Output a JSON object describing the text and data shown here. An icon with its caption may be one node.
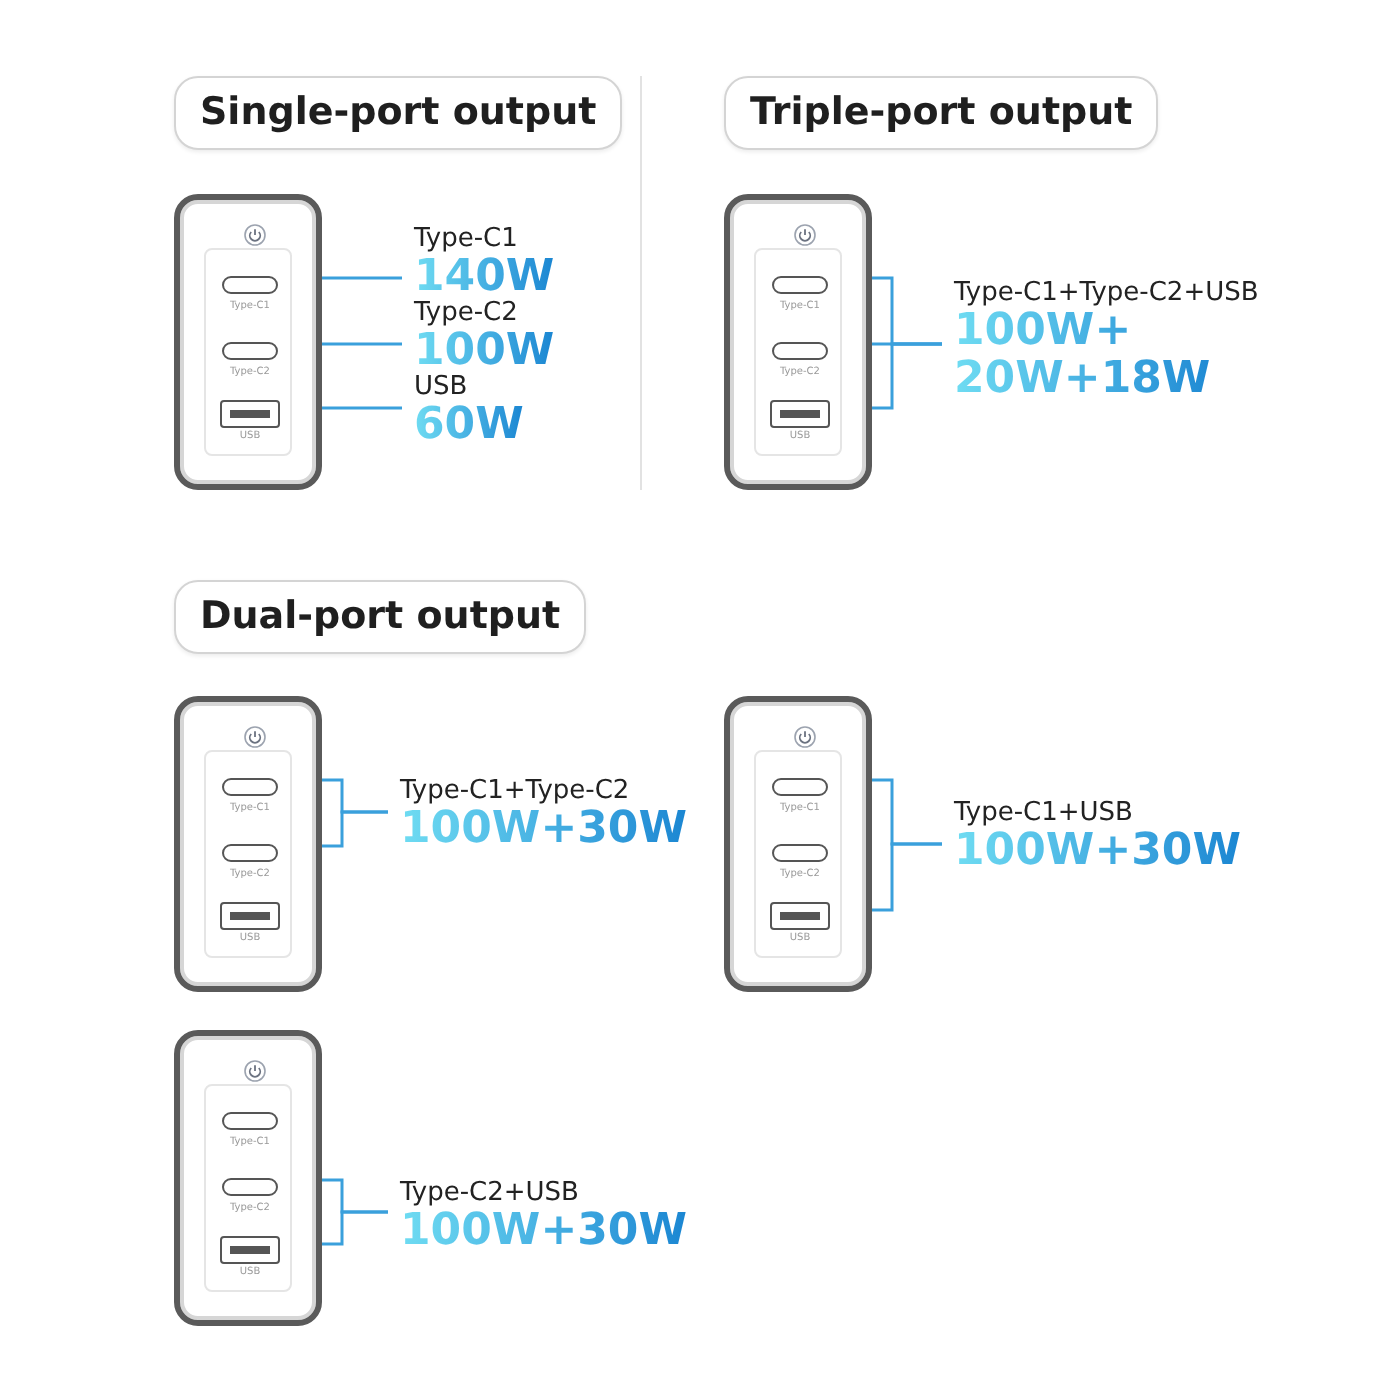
{
  "diagram": {
    "nodes": [
      {
        "text": [
          "Single-port output"
        ]
      },
      {
        "text": [],
        "shape": "box"
      },
      {
        "text": [
          "Type-C1"
        ],
        "in": 1
      },
      {
        "text": [
          "Type-C2"
        ],
        "in": 1
      },
      {
        "text": [
          "USB"
        ],
        "in": 1
      },
      {
        "text": [
          "Type-C1",
          "140W"
        ]
      },
      {
        "text": [
          "Type-C2",
          "100W"
        ]
      },
      {
        "text": [
          "USB",
          "60W"
        ]
      },
      {
        "text": [
          "Triple-port output"
        ]
      },
      {
        "text": [],
        "shape": "box"
      },
      {
        "text": [
          "Type-C1"
        ],
        "in": 9
      },
      {
        "text": [
          "Type-C2"
        ],
        "in": 9
      },
      {
        "text": [
          "USB"
        ],
        "in": 9
      },
      {
        "text": [
          "Type-C1+Type-C2+USB",
          "100W+ 20W+18W"
        ]
      },
      {
        "text": [
          "Dual-port output"
        ]
      },
      {
        "text": [],
        "shape": "box"
      },
      {
        "text": [
          "Type-C1"
        ],
        "in": 15
      },
      {
        "text": [
          "Type-C2"
        ],
        "in": 15
      },
      {
        "text": [
          "USB"
        ],
        "in": 15
      },
      {
        "text": [
          "Type-C1+Type-C2",
          "100W+30W"
        ]
      },
      {
        "text": [],
        "shape": "box"
      },
      {
        "text": [
          "Type-C1"
        ],
        "in": 20
      },
      {
        "text": [
          "Type-C2"
        ],
        "in": 20
      },
      {
        "text": [
          "USB"
        ],
        "in": 20
      },
      {
        "text": [
          "Type-C1+USB",
          "100W+30W"
        ]
      },
      {
        "text": [],
        "shape": "box"
      },
      {
        "text": [
          "Type-C1"
        ],
        "in": 25
      },
      {
        "text": [
          "Type-C2"
        ],
        "in": 25
      },
      {
        "text": [
          "USB"
        ],
        "in": 25
      },
      {
        "text": [
          "Type-C2+USB",
          "100W+30W"
        ]
      }
    ],
    "edges": [
      {
        "from": 2,
        "to": 5,
        "arrow": "none"
      },
      {
        "from": 3,
        "to": 6,
        "arrow": "none"
      },
      {
        "from": 4,
        "to": 7,
        "arrow": "none"
      },
      {
        "from": 10,
        "to": 13,
        "arrow": "none"
      },
      {
        "from": 11,
        "to": 13,
        "arrow": "none"
      },
      {
        "from": 12,
        "to": 13,
        "arrow": "none"
      },
      {
        "from": 16,
        "to": 19,
        "arrow": "none"
      },
      {
        "from": 17,
        "to": 19,
        "arrow": "none"
      },
      {
        "from": 21,
        "to": 24,
        "arrow": "none"
      },
      {
        "from": 23,
        "to": 24,
        "arrow": "none"
      },
      {
        "from": 27,
        "to": 29,
        "arrow": "none"
      },
      {
        "from": 28,
        "to": 29,
        "arrow": "none"
      }
    ]
  }
}
